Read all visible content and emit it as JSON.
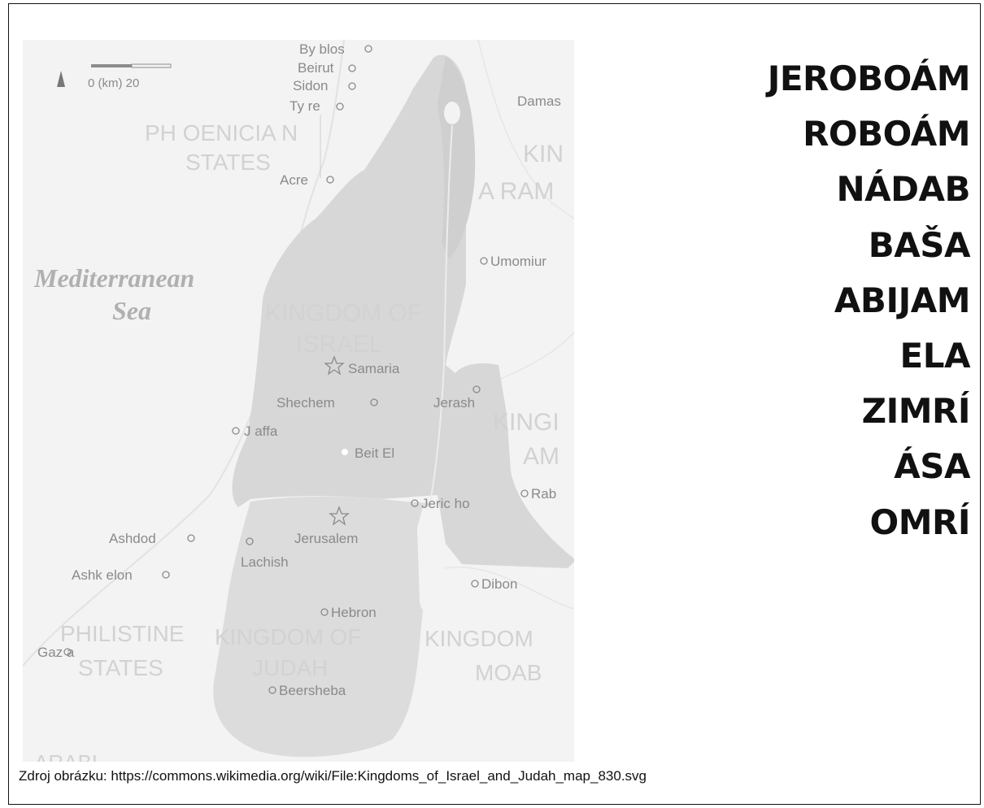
{
  "map": {
    "scale_label": "0 (km) 20",
    "regions": {
      "phoenician": [
        "PH OENICIA N",
        "STATES"
      ],
      "aram": [
        "KIN",
        "A RAM"
      ],
      "sea": [
        "Mediterranean",
        "Sea"
      ],
      "israel": [
        "KINGDOM OF",
        "ISRAEL"
      ],
      "ammon": [
        "KINGI",
        "AM"
      ],
      "judah": [
        "KINGDOM OF",
        "JUDAH"
      ],
      "philistine": [
        "PHILISTINE",
        "STATES"
      ],
      "moab": [
        "KINGDOM",
        "MOAB"
      ],
      "arabia": "ARABI"
    },
    "cities": {
      "byblos": "By blos",
      "beirut": "Beirut",
      "sidon": "Sidon",
      "tyre": "Ty re",
      "acre": "Acre",
      "damascus": "Damas",
      "umomiur": "Umomiur",
      "samaria": "Samaria",
      "shechem": "Shechem",
      "jerash": "Jerash",
      "jaffa": "J affa",
      "beitel": "Beit El",
      "jericho": "Jeric ho",
      "rabbah": "Rab",
      "ashdod": "Ashdod",
      "jerusalem": "Jerusalem",
      "lachish": "Lachish",
      "ashkelon": "Ashk elon",
      "dibon": "Dibon",
      "hebron": "Hebron",
      "gaza": "Gaz a",
      "beersheba": "Beersheba"
    }
  },
  "kings": [
    "JEROBOÁM",
    "ROBOÁM",
    "NÁDAB",
    "BAŠA",
    "ABIJAM",
    "ELA",
    "ZIMRÍ",
    "ÁSA",
    "OMRÍ"
  ],
  "source": "Zdroj obrázku: https://commons.wikimedia.org/wiki/File:Kingdoms_of_Israel_and_Judah_map_830.svg"
}
